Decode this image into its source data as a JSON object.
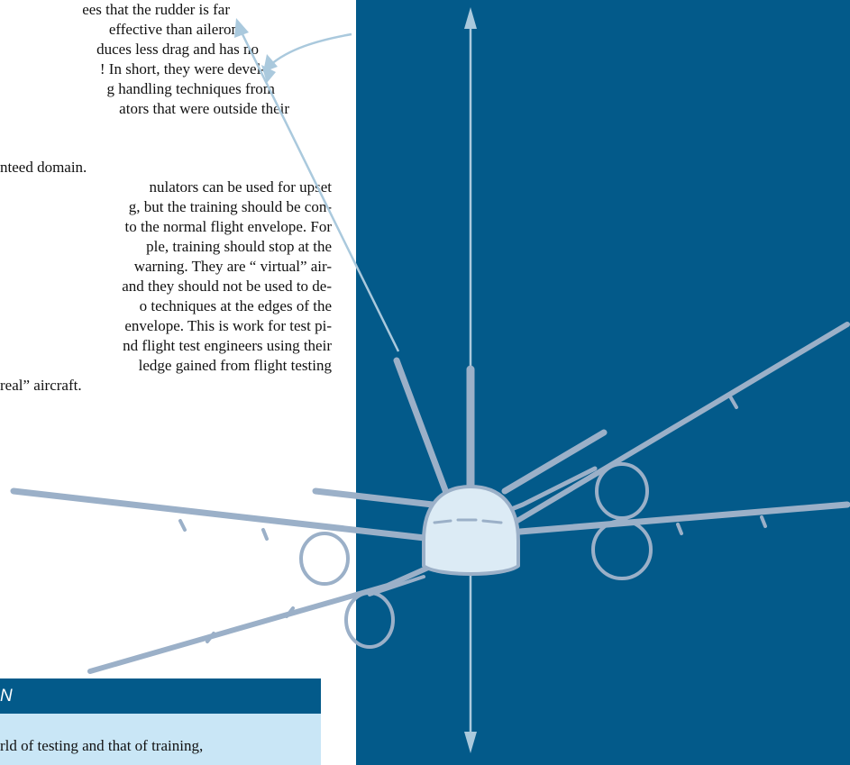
{
  "article": {
    "lines": [
      "ees that the rudder is far",
      "effective than aileron",
      "duces less drag and has no",
      "! In short, they were devel-",
      "g handling techniques from",
      "ators that were outside their",
      "nteed domain.",
      "nulators can be used for upset",
      "g, but the training should be con-",
      "to the normal flight envelope. For",
      "ple, training should stop at the",
      "warning. They are “ virtual” air-",
      "and they should not be used to de-",
      "o techniques at the edges of the",
      "envelope. This is work for test pi-",
      "nd flight test engineers using their",
      "ledge gained from flight testing",
      "real” aircraft."
    ]
  },
  "sidebar": {
    "title": "N",
    "text": "rld of testing and that of training,"
  },
  "illustration": {
    "panel_color": "#035a8a",
    "aircraft_fill": "#dcebf5",
    "aircraft_stroke": "#9bb0c8",
    "arrow_color": "#aac9dd",
    "icon": "aircraft-front-view-with-roll-and-yaw-arrows"
  }
}
